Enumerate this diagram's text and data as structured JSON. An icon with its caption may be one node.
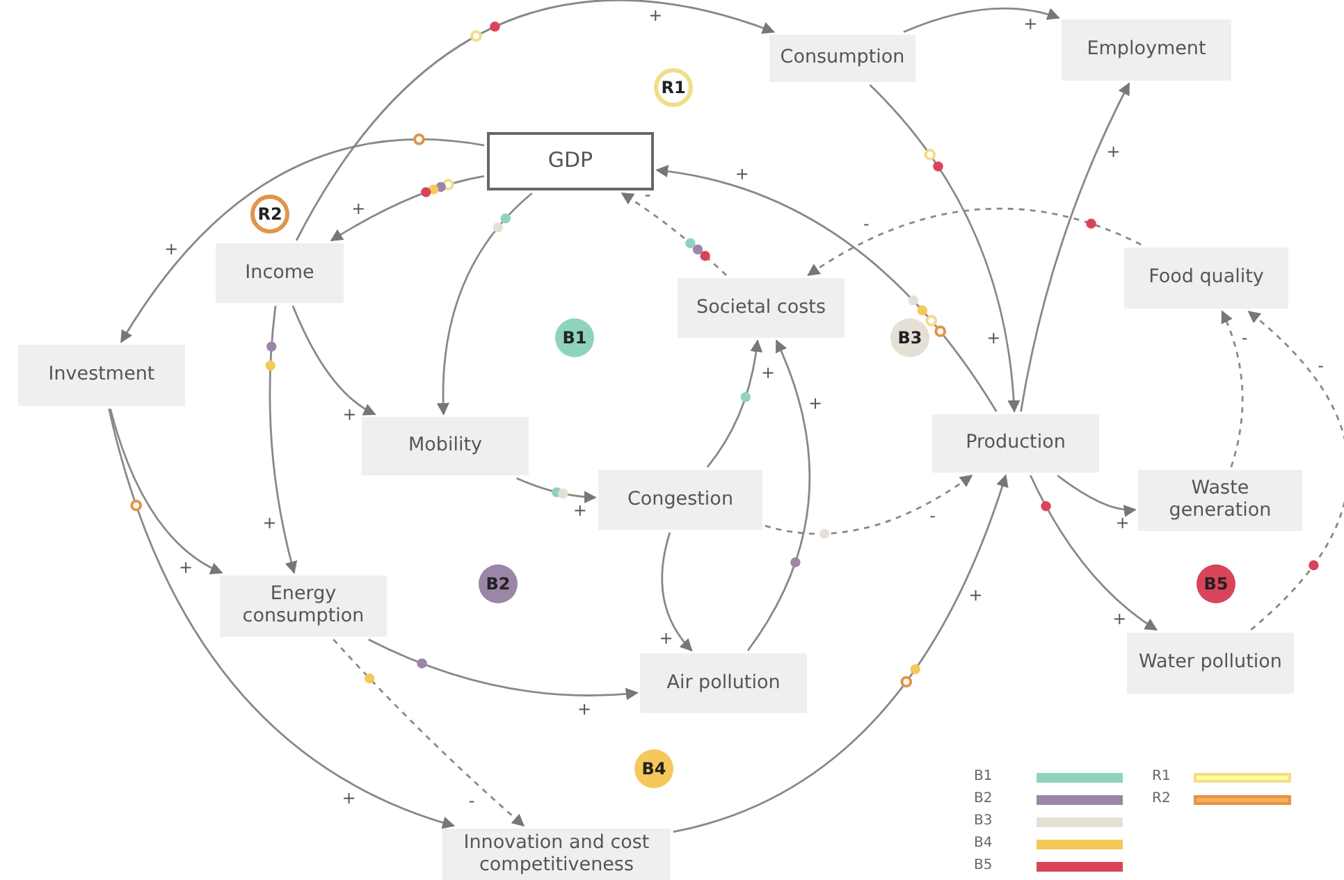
{
  "diagram": {
    "nodes": [
      {
        "text": [
          "Consumption"
        ]
      },
      {
        "text": [
          "Employment"
        ]
      },
      {
        "text": [
          "GDP"
        ]
      },
      {
        "text": [
          "Income"
        ]
      },
      {
        "text": [
          "Societal costs"
        ]
      },
      {
        "text": [
          "Food quality"
        ]
      },
      {
        "text": [
          "Investment"
        ]
      },
      {
        "text": [
          "Mobility"
        ]
      },
      {
        "text": [
          "Production"
        ]
      },
      {
        "text": [
          "Congestion"
        ]
      },
      {
        "text": [
          "Waste generation"
        ]
      },
      {
        "text": [
          "Energy consumption"
        ]
      },
      {
        "text": [
          "Air pollution"
        ]
      },
      {
        "text": [
          "Water pollution"
        ]
      },
      {
        "text": [
          "Innovation and cost competitiveness"
        ]
      },
      {
        "text": [
          "R1"
        ]
      },
      {
        "text": [
          "R2"
        ]
      },
      {
        "text": [
          "B1"
        ]
      },
      {
        "text": [
          "B2"
        ]
      },
      {
        "text": [
          "B3"
        ]
      },
      {
        "text": [
          "B4"
        ]
      },
      {
        "text": [
          "B5"
        ]
      }
    ],
    "edges": [
      {
        "from": 3,
        "to": 0,
        "arrow": "to",
        "label": "+"
      },
      {
        "from": 0,
        "to": 1,
        "arrow": "to",
        "label": "+"
      },
      {
        "from": 0,
        "to": 8,
        "arrow": "to",
        "label": "+"
      },
      {
        "from": 8,
        "to": 1,
        "arrow": "to",
        "label": "+"
      },
      {
        "from": 8,
        "to": 2,
        "arrow": "to",
        "label": "+"
      },
      {
        "from": 2,
        "to": 3,
        "arrow": "to",
        "label": "+"
      },
      {
        "from": 2,
        "to": 6,
        "arrow": "to",
        "label": "+"
      },
      {
        "from": 2,
        "to": 7,
        "arrow": "to"
      },
      {
        "from": 4,
        "to": 2,
        "arrow": "to",
        "label": "-",
        "style": "dashed"
      },
      {
        "from": 5,
        "to": 4,
        "arrow": "to",
        "label": "-",
        "style": "dashed"
      },
      {
        "from": 3,
        "to": 7,
        "arrow": "to",
        "label": "+"
      },
      {
        "from": 3,
        "to": 11,
        "arrow": "to",
        "label": "+"
      },
      {
        "from": 6,
        "to": 11,
        "arrow": "to",
        "label": "+"
      },
      {
        "from": 6,
        "to": 14,
        "arrow": "to",
        "label": "+"
      },
      {
        "from": 7,
        "to": 9,
        "arrow": "to",
        "label": "+"
      },
      {
        "from": 9,
        "to": 4,
        "arrow": "to",
        "label": "+"
      },
      {
        "from": 9,
        "to": 12,
        "arrow": "to",
        "label": "+"
      },
      {
        "from": 9,
        "to": 8,
        "arrow": "to",
        "label": "-",
        "style": "dashed"
      },
      {
        "from": 12,
        "to": 4,
        "arrow": "to",
        "label": "+"
      },
      {
        "from": 11,
        "to": 12,
        "arrow": "to",
        "label": "+"
      },
      {
        "from": 11,
        "to": 14,
        "arrow": "to",
        "label": "-",
        "style": "dashed"
      },
      {
        "from": 14,
        "to": 8,
        "arrow": "to",
        "label": "+"
      },
      {
        "from": 8,
        "to": 10,
        "arrow": "to",
        "label": "+"
      },
      {
        "from": 8,
        "to": 13,
        "arrow": "to",
        "label": "+"
      },
      {
        "from": 10,
        "to": 5,
        "arrow": "to",
        "label": "-",
        "style": "dashed"
      },
      {
        "from": 13,
        "to": 5,
        "arrow": "to",
        "label": "-",
        "style": "dashed"
      }
    ],
    "legend": [
      {
        "text": "B1",
        "color": "#8fd3bf"
      },
      {
        "text": "B2",
        "color": "#9b86a8"
      },
      {
        "text": "B3",
        "color": "#e6dfd6"
      },
      {
        "text": "B4",
        "color": "#f5c85a"
      },
      {
        "text": "B5",
        "color": "#d9445a"
      },
      {
        "text": "R1",
        "color": "#f3dc8a"
      },
      {
        "text": "R2",
        "color": "#e0954a"
      }
    ]
  }
}
